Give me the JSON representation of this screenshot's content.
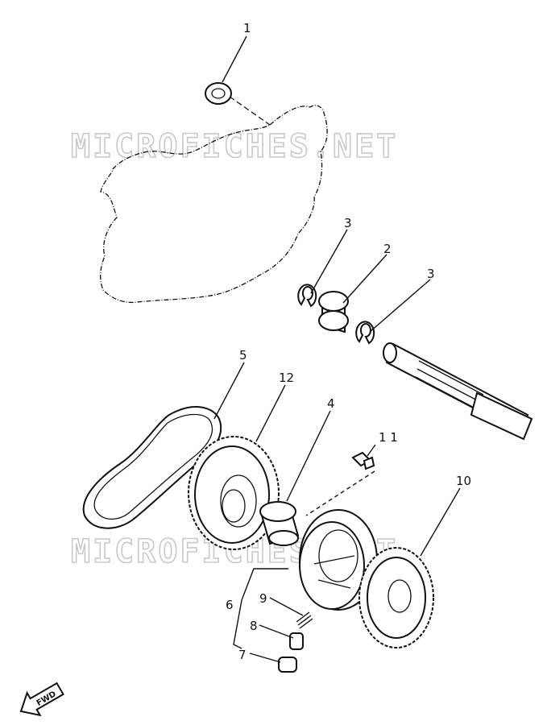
{
  "watermark": "MICROFICHES.NET",
  "labels": {
    "p1": "1",
    "p2": "2",
    "p3a": "3",
    "p3b": "3",
    "p4": "4",
    "p5": "5",
    "p6": "6",
    "p7": "7",
    "p8": "8",
    "p9": "9",
    "p10": "10",
    "p11": "1 1",
    "p12": "12"
  },
  "fwd": "FWD"
}
